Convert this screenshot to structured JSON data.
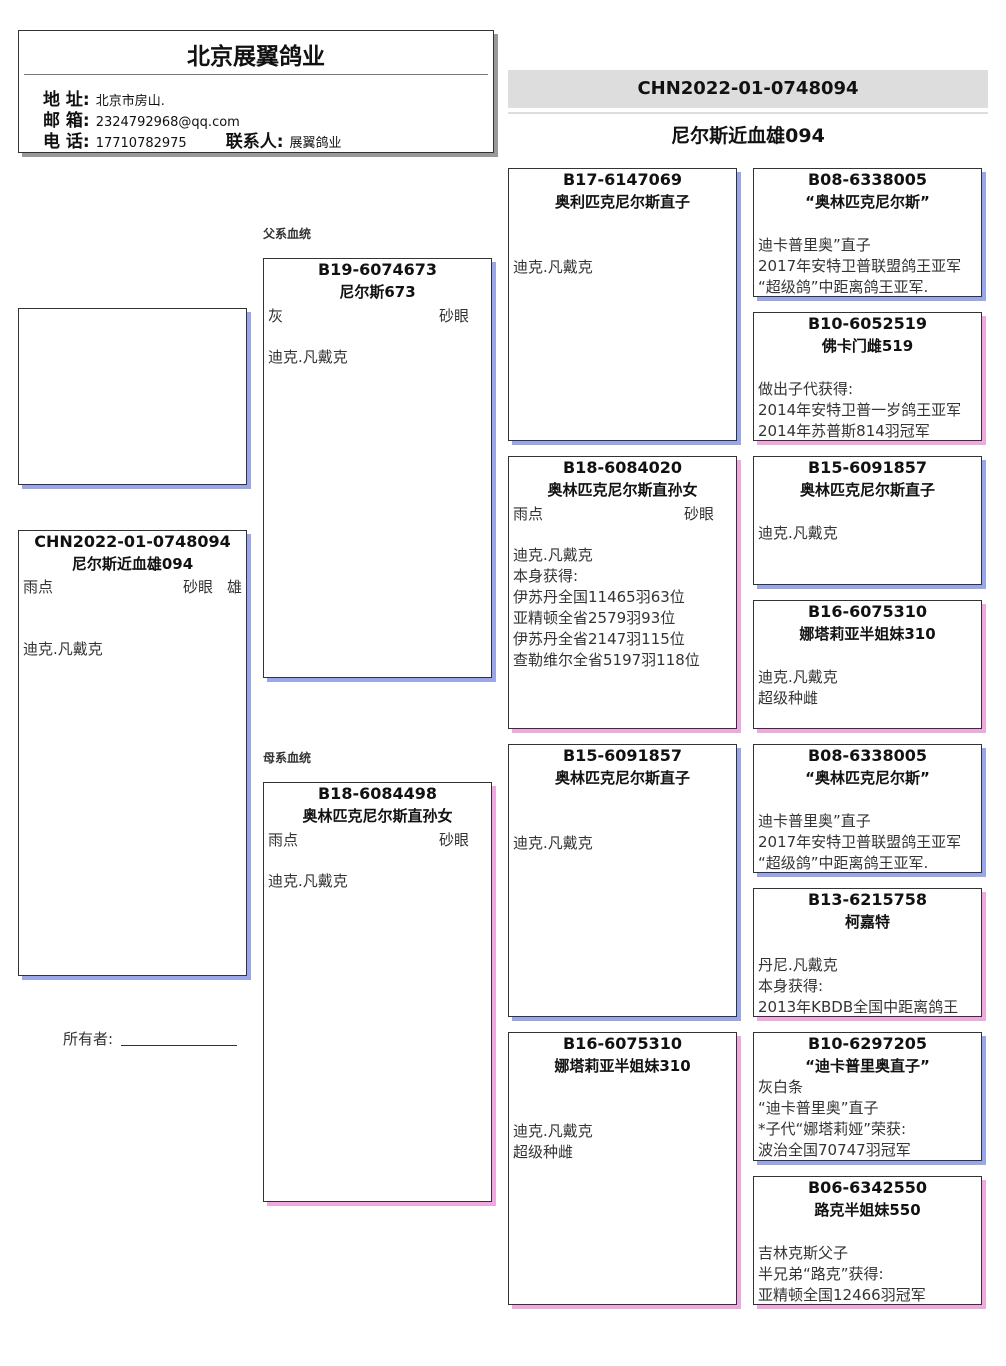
{
  "header": {
    "title": "北京展翼鸽业",
    "address_label": "地 址:",
    "address": "北京市房山.",
    "email_label": "邮 箱:",
    "email": "2324792968@qq.com",
    "phone_label": "电 话:",
    "phone": "17710782975",
    "contact_label": "联系人:",
    "contact": "展翼鸽业"
  },
  "subject_banner": {
    "ring": "CHN2022-01-0748094",
    "name": "尼尔斯近血雄094"
  },
  "sections": {
    "sire": "父系血统",
    "dam": "母系血统"
  },
  "owner": {
    "label": "所有者:"
  },
  "birds": [
    {
      "id": "subject",
      "sex_color": "male",
      "ring": "CHN2022-01-0748094",
      "name": "尼尔斯近血雄094",
      "color": "雨点",
      "eye": "砂眼",
      "sex": "雄",
      "notes": [
        "迪克.凡戴克"
      ]
    },
    {
      "id": "sire",
      "sex_color": "male",
      "ring": "B19-6074673",
      "name": "尼尔斯673",
      "color": "灰",
      "eye": "砂眼",
      "notes": [
        "迪克.凡戴克"
      ]
    },
    {
      "id": "dam",
      "sex_color": "female",
      "ring": "B18-6084498",
      "name": "奥林匹克尼尔斯直孙女",
      "color": "雨点",
      "eye": "砂眼",
      "notes": [
        "迪克.凡戴克"
      ]
    },
    {
      "id": "ss",
      "sex_color": "male",
      "ring": "B17-6147069",
      "name": "奥利匹克尼尔斯直子",
      "notes": [
        "迪克.凡戴克"
      ]
    },
    {
      "id": "sd",
      "sex_color": "female",
      "ring": "B18-6084020",
      "name": "奥林匹克尼尔斯直孙女",
      "color": "雨点",
      "eye": "砂眼",
      "notes": [
        "迪克.凡戴克",
        "本身获得:",
        "伊苏丹全国11465羽63位",
        "亚精顿全省2579羽93位",
        "伊苏丹全省2147羽115位",
        "查勒维尔全省5197羽118位"
      ]
    },
    {
      "id": "ds",
      "sex_color": "male",
      "ring": "B15-6091857",
      "name": "奥林匹克尼尔斯直子",
      "notes": [
        "迪克.凡戴克"
      ]
    },
    {
      "id": "dd",
      "sex_color": "female",
      "ring": "B16-6075310",
      "name": "娜塔莉亚半姐妹310",
      "notes": [
        "迪克.凡戴克",
        "超级种雌"
      ]
    },
    {
      "id": "sss",
      "sex_color": "male",
      "ring": "B08-6338005",
      "name": "“奥林匹克尼尔斯”",
      "notes": [
        "迪卡普里奥”直子",
        "2017年安特卫普联盟鸽王亚军",
        "“超级鸽”中距离鸽王亚军."
      ]
    },
    {
      "id": "ssd",
      "sex_color": "female",
      "ring": "B10-6052519",
      "name": "佛卡门雌519",
      "notes": [
        "做出子代获得:",
        "2014年安特卫普一岁鸽王亚军",
        "2014年苏普斯814羽冠军"
      ]
    },
    {
      "id": "sds",
      "sex_color": "male",
      "ring": "B15-6091857",
      "name": "奥林匹克尼尔斯直子",
      "notes": [
        "迪克.凡戴克"
      ]
    },
    {
      "id": "sdd",
      "sex_color": "female",
      "ring": "B16-6075310",
      "name": "娜塔莉亚半姐妹310",
      "notes": [
        "迪克.凡戴克",
        "超级种雌"
      ]
    },
    {
      "id": "dss",
      "sex_color": "male",
      "ring": "B08-6338005",
      "name": "“奥林匹克尼尔斯”",
      "notes": [
        "迪卡普里奥”直子",
        "2017年安特卫普联盟鸽王亚军",
        "“超级鸽”中距离鸽王亚军."
      ]
    },
    {
      "id": "dsd",
      "sex_color": "female",
      "ring": "B13-6215758",
      "name": "柯嘉特",
      "notes": [
        "丹尼.凡戴克",
        "本身获得:",
        "2013年KBDB全国中距离鸽王"
      ]
    },
    {
      "id": "dds",
      "sex_color": "male",
      "ring": "B10-6297205",
      "name": "“迪卡普里奥直子”",
      "notes": [
        "灰白条",
        "“迪卡普里奥”直子",
        "*子代“娜塔莉娅”荣获:",
        "波治全国70747羽冠军"
      ]
    },
    {
      "id": "ddd",
      "sex_color": "female",
      "ring": "B06-6342550",
      "name": "路克半姐妹550",
      "notes": [
        "吉林克斯父子",
        "半兄弟“路克”获得:",
        "亚精顿全国12466羽冠军"
      ]
    }
  ]
}
